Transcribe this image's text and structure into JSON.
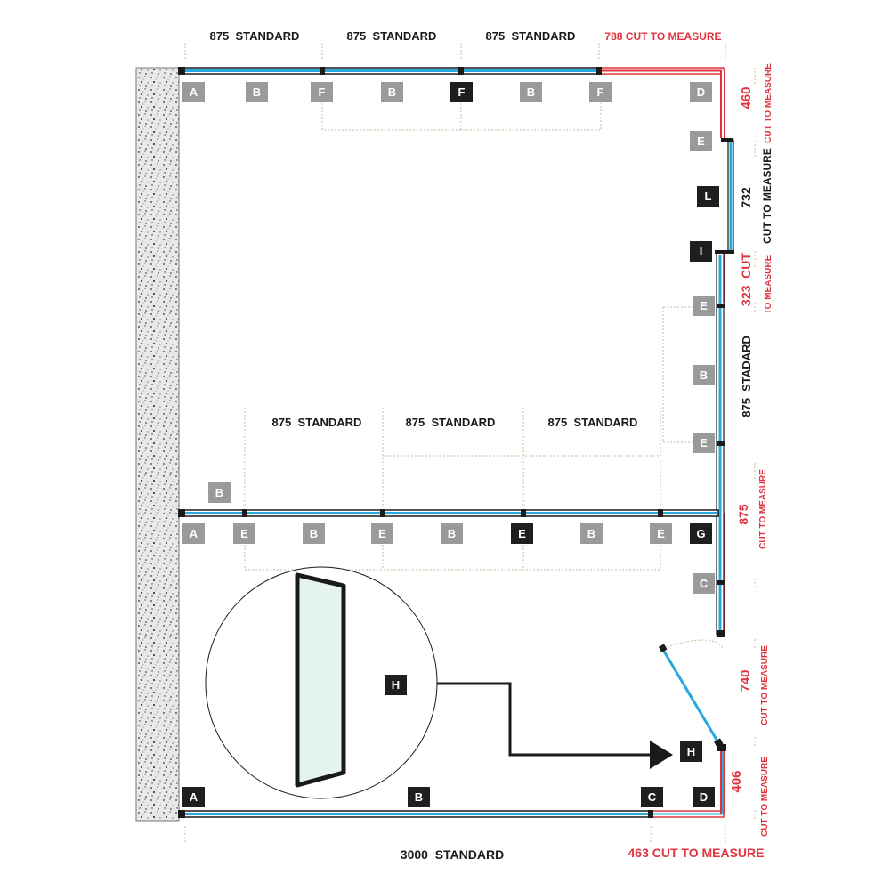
{
  "colors": {
    "frame": "#1a1a1a",
    "glass_blue": "#2aa7dd",
    "glass_red": "#e0343f",
    "label_dark": "#1e1e1e",
    "label_grey": "#9a9a9a",
    "dim_red": "#e0343f",
    "dim_black": "#1a1a1a",
    "guide": "#c9b99a",
    "wall_fill": "#e6e6e6"
  },
  "top_dims": {
    "d1": "875  STANDARD",
    "d2": "875  STANDARD",
    "d3": "875  STANDARD",
    "d4": "788 CUT TO MEASURE"
  },
  "mid_dims": {
    "d1": "875  STANDARD",
    "d2": "875  STANDARD",
    "d3": "875  STANDARD"
  },
  "bottom_dims": {
    "standard": "3000  STANDARD",
    "cut": "463 CUT TO MEASURE"
  },
  "right_dims": {
    "r460_num": "460",
    "r460_cut": "CUT TO MEASURE",
    "r732_num": "732",
    "r732_cut": "CUT TO MEASURE",
    "r323_num": "323  CUT",
    "r323_cut": "TO MEASURE",
    "r875s": "875  STADARD",
    "r875c_num": "875",
    "r875c_cut": "CUT TO MEASURE",
    "r740_num": "740",
    "r740_cut": "CUT TO MEASURE",
    "r406_num": "406",
    "r406_cut": "CUT TO MEASURE"
  },
  "labels": {
    "top": [
      "A",
      "B",
      "F",
      "B",
      "F",
      "B",
      "F",
      "D"
    ],
    "right_upper": [
      "E",
      "L",
      "I",
      "E",
      "B",
      "E"
    ],
    "mid_b": "B",
    "mid": [
      "A",
      "E",
      "B",
      "E",
      "B",
      "E",
      "B",
      "E",
      "G"
    ],
    "right_c": "C",
    "bottom": [
      "A",
      "B",
      "C",
      "D"
    ],
    "zoom_h": "H",
    "arrow_h": "H"
  }
}
